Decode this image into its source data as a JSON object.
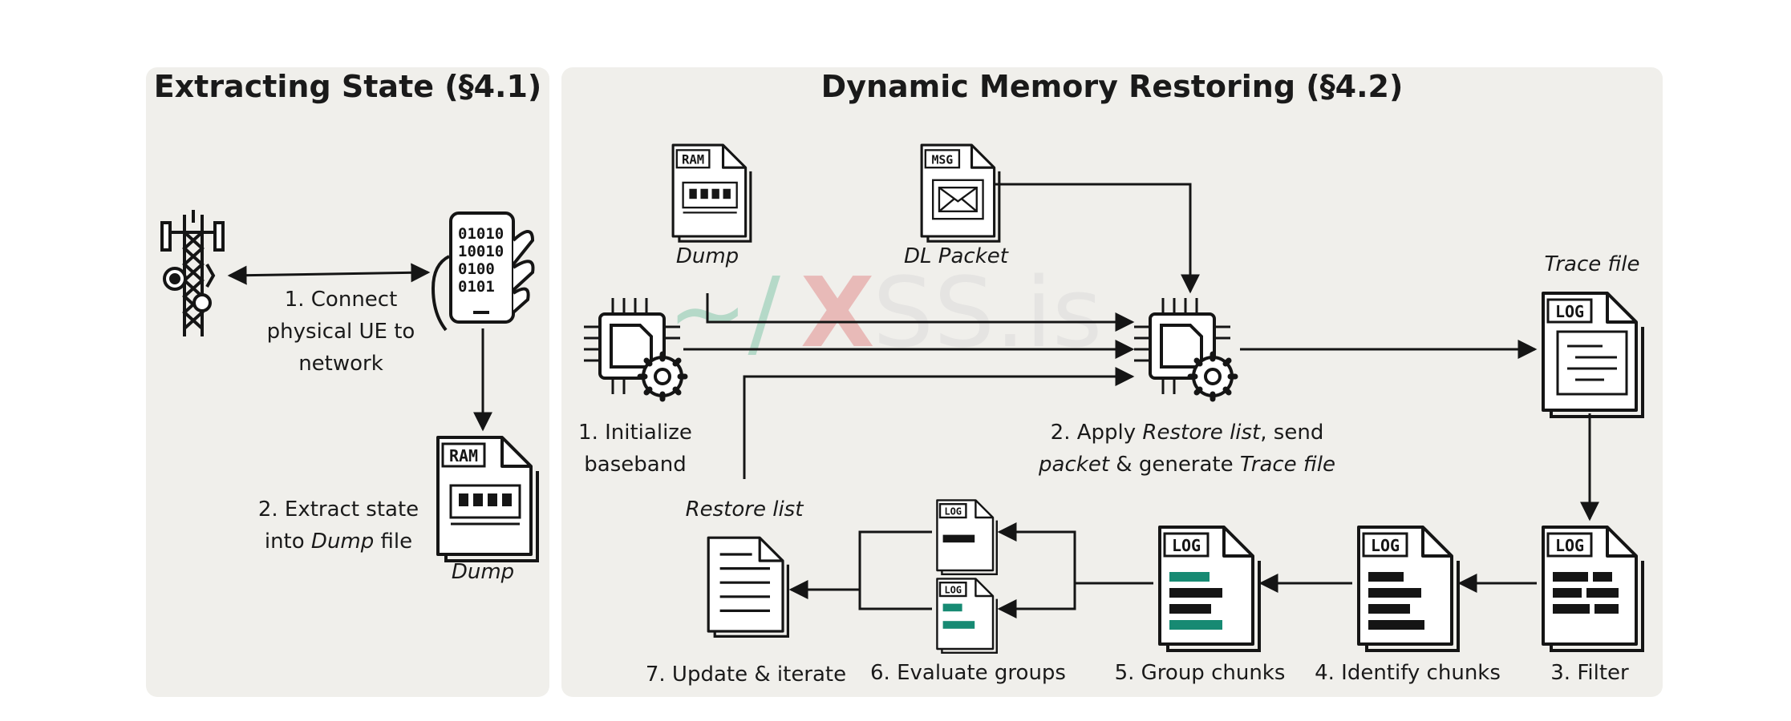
{
  "panels": {
    "left": {
      "title": "Extracting State (§4.1)"
    },
    "right": {
      "title": "Dynamic Memory Restoring (§4.2)"
    }
  },
  "left_labels": {
    "connect": [
      "1. Connect",
      "physical UE to",
      "network"
    ],
    "extract_line1": "2. Extract state",
    "extract_pre": "into ",
    "extract_italic": "Dump",
    "extract_post": " file",
    "dump_caption": "Dump"
  },
  "icons": {
    "ram_tag": "RAM",
    "msg_tag": "MSG",
    "log_tag": "LOG",
    "binary_rows": [
      "01010",
      "10010",
      "0100",
      "0101"
    ]
  },
  "right_labels": {
    "dump": "Dump",
    "dl_packet": "DL Packet",
    "trace_file": "Trace file",
    "init": [
      "1. Initialize",
      "baseband"
    ],
    "apply_1": "2. Apply ",
    "apply_1_italic": "Restore list",
    "apply_1_post": ", send",
    "apply_2_italic": "packet",
    "apply_2_mid": " & generate ",
    "apply_2_italic2": "Trace file",
    "restore_list": "Restore list",
    "step3": "3. Filter",
    "step4": "4. Identify chunks",
    "step5": "5. Group chunks",
    "step6": "6. Evaluate groups",
    "step7": "7. Update & iterate"
  },
  "watermark": {
    "prefix": "~/",
    "x": "X",
    "rest": "SS.is"
  },
  "colors": {
    "panel": "#f0efeb",
    "accent": "#178a73",
    "ink": "#151515"
  }
}
